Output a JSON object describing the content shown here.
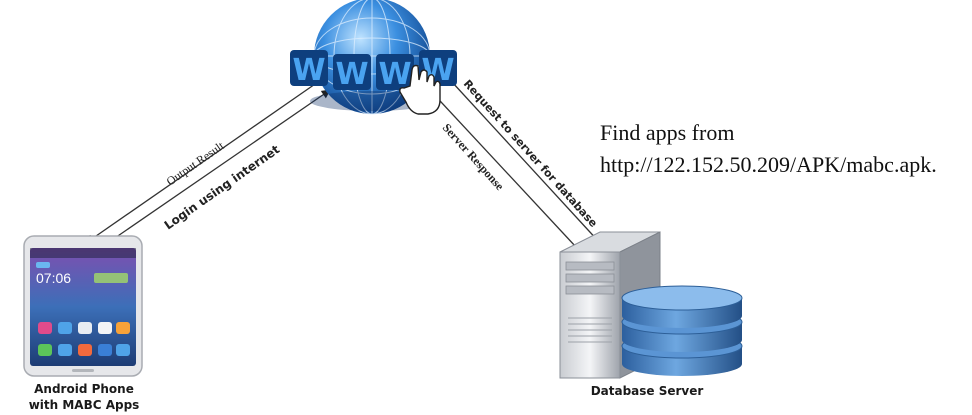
{
  "note": {
    "line1": "Find apps from",
    "line2": "http://122.152.50.209/APK/mabc.apk."
  },
  "labels": {
    "output_result": "Output Result",
    "login_internet": "Login using internet",
    "request_server": "Request to server for database",
    "server_response": "Server Response"
  },
  "globe": {
    "letters": [
      "W",
      "W",
      "W",
      "W"
    ]
  },
  "phone": {
    "clock": "07:06",
    "caption_line1": "Android Phone",
    "caption_line2": "with MABC Apps"
  },
  "database": {
    "caption": "Database Server"
  },
  "colors": {
    "globe_blue": "#1f6fc4",
    "letter_blue": "#3a8fe0",
    "db_blue": "#3e7ec4"
  }
}
